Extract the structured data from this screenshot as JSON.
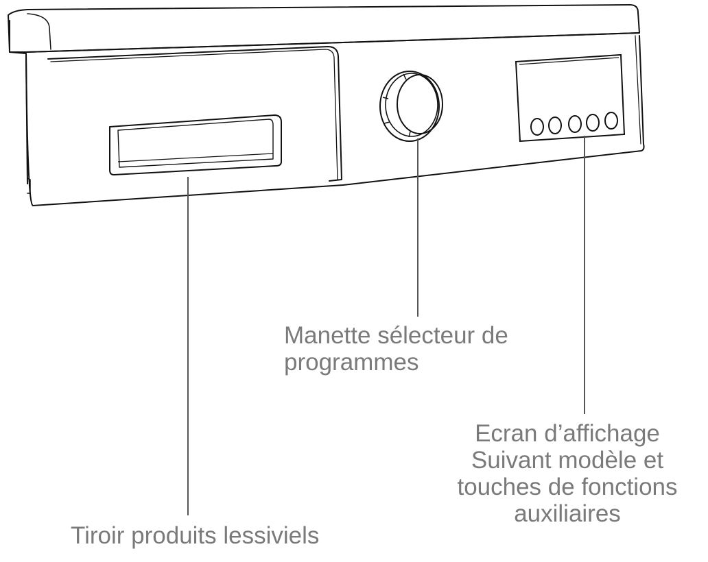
{
  "labels": {
    "program_knob": {
      "line1": "Manette sélecteur de",
      "line2": "programmes"
    },
    "display": {
      "line1": "Ecran d’affichage",
      "line2": "Suivant modèle et",
      "line3": "touches de fonctions",
      "line4": "auxiliaires"
    },
    "detergent_drawer": {
      "line1": "Tiroir produits lessiviels"
    }
  },
  "colors": {
    "outline": "#111111",
    "label_text": "#7a7a7a",
    "leader_line": "#555555"
  }
}
